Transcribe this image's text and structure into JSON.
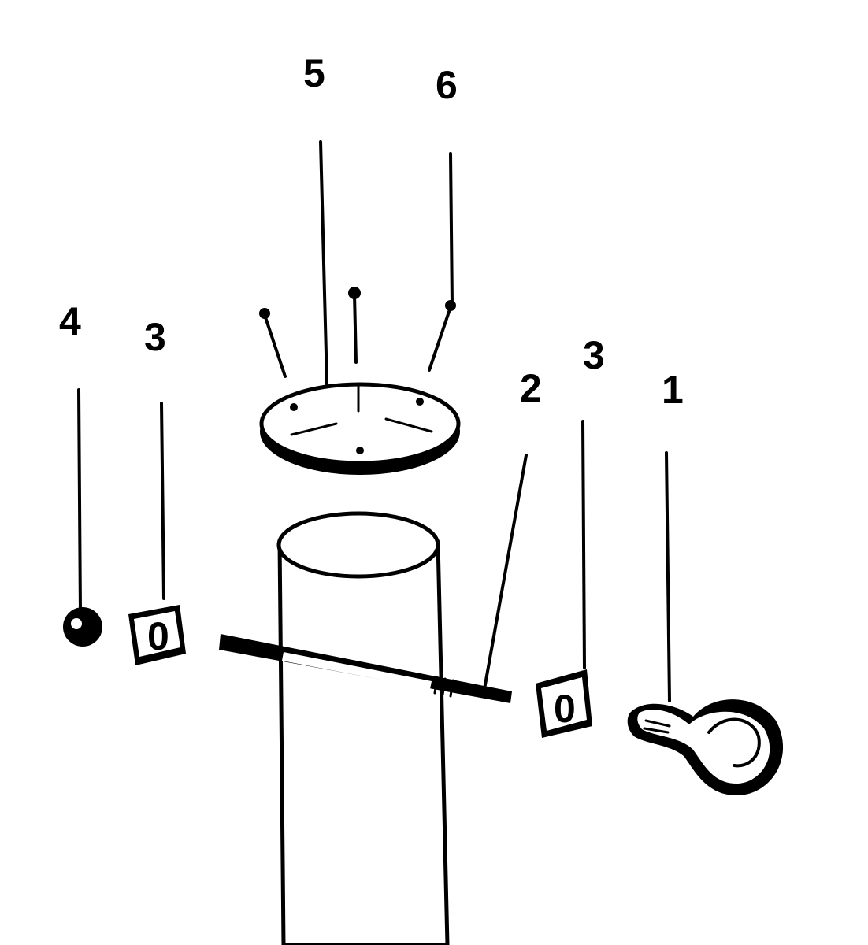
{
  "diagram": {
    "callouts": [
      {
        "id": "1",
        "label": "1"
      },
      {
        "id": "2",
        "label": "2"
      },
      {
        "id": "3a",
        "label": "3"
      },
      {
        "id": "3b",
        "label": "3"
      },
      {
        "id": "4",
        "label": "4"
      },
      {
        "id": "5",
        "label": "5"
      },
      {
        "id": "6",
        "label": "6"
      }
    ],
    "washer_mark": "0"
  }
}
